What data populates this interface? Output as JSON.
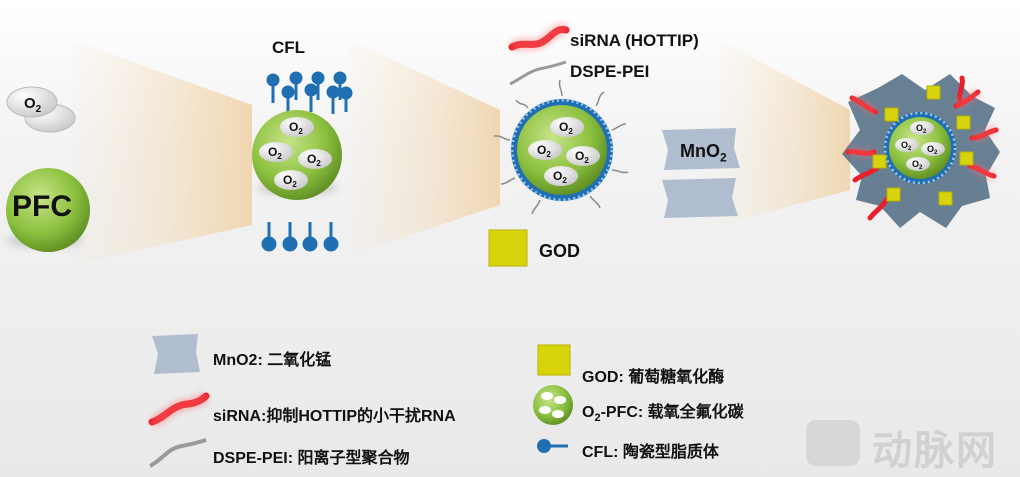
{
  "diagram": {
    "o2_label": "O",
    "o2_sub": "2",
    "pfc_label": "PFC",
    "cfl_label": "CFL",
    "sirna_top_label": "siRNA (HOTTIP)",
    "dspe_top_label": "DSPE-PEI",
    "god_top_label": "GOD",
    "mno2_main": "MnO",
    "mno2_sub": "2"
  },
  "legend": {
    "mno2": "MnO2: 二氧化锰",
    "sirna": "siRNA:抑制HOTTIP的小干扰RNA",
    "dspe": "DSPE-PEI: 阳离子型聚合物",
    "god": "GOD: 葡萄糖氧化酶",
    "o2pfc_prefix": "O",
    "o2pfc_sub": "2",
    "o2pfc_rest": "-PFC: 载氧全氟化碳",
    "cfl": "CFL: 陶瓷型脂质体"
  },
  "watermark": "动脉网",
  "colors": {
    "sphere_green": "#8cc13f",
    "lipid_blue": "#1f6fb2",
    "sirna_red": "#e8202a",
    "god_yellow": "#d8d40c",
    "mno2_blue": "#a9b8cc"
  }
}
